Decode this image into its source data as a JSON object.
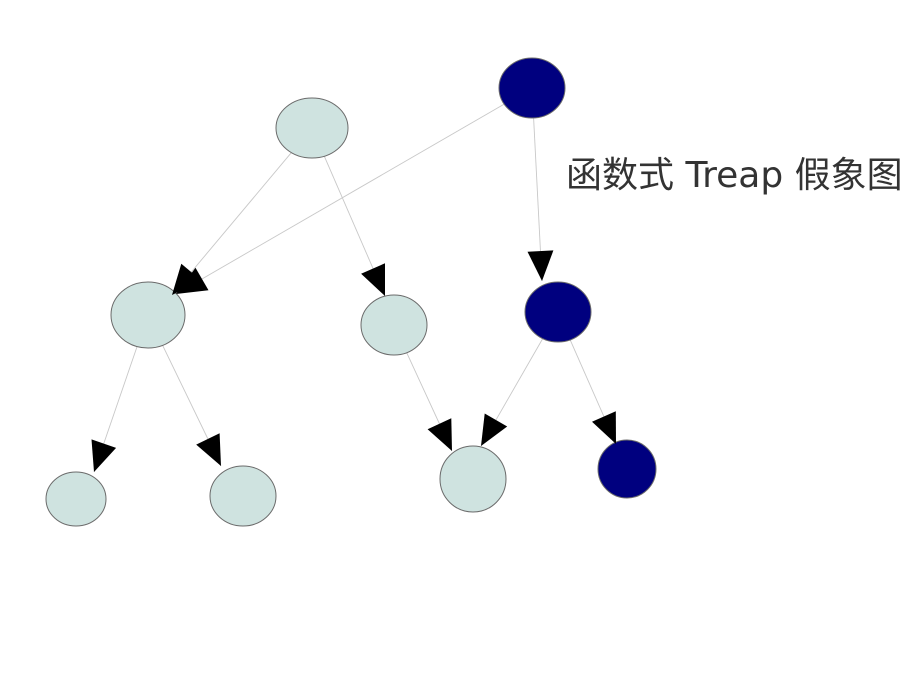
{
  "diagram": {
    "title": "函数式 Treap 假象图",
    "colors": {
      "old_node_fill": "#cfe3e0",
      "new_node_fill": "#00007f",
      "node_stroke": "#6b6b6b",
      "edge": "#c8c8c8",
      "arrowhead": "#000000"
    },
    "nodes": [
      {
        "id": "old-root",
        "kind": "old"
      },
      {
        "id": "new-root",
        "kind": "new"
      },
      {
        "id": "old-left",
        "kind": "old"
      },
      {
        "id": "old-right",
        "kind": "old"
      },
      {
        "id": "new-right",
        "kind": "new"
      },
      {
        "id": "old-left-left",
        "kind": "old"
      },
      {
        "id": "old-left-right",
        "kind": "old"
      },
      {
        "id": "old-right-child",
        "kind": "old"
      },
      {
        "id": "new-right-right",
        "kind": "new"
      }
    ],
    "edges": [
      {
        "from": "old-root",
        "to": "old-left"
      },
      {
        "from": "old-root",
        "to": "old-right"
      },
      {
        "from": "new-root",
        "to": "old-left"
      },
      {
        "from": "new-root",
        "to": "new-right"
      },
      {
        "from": "old-left",
        "to": "old-left-left"
      },
      {
        "from": "old-left",
        "to": "old-left-right"
      },
      {
        "from": "old-right",
        "to": "old-right-child"
      },
      {
        "from": "new-right",
        "to": "old-right-child"
      },
      {
        "from": "new-right",
        "to": "new-right-right"
      }
    ]
  }
}
